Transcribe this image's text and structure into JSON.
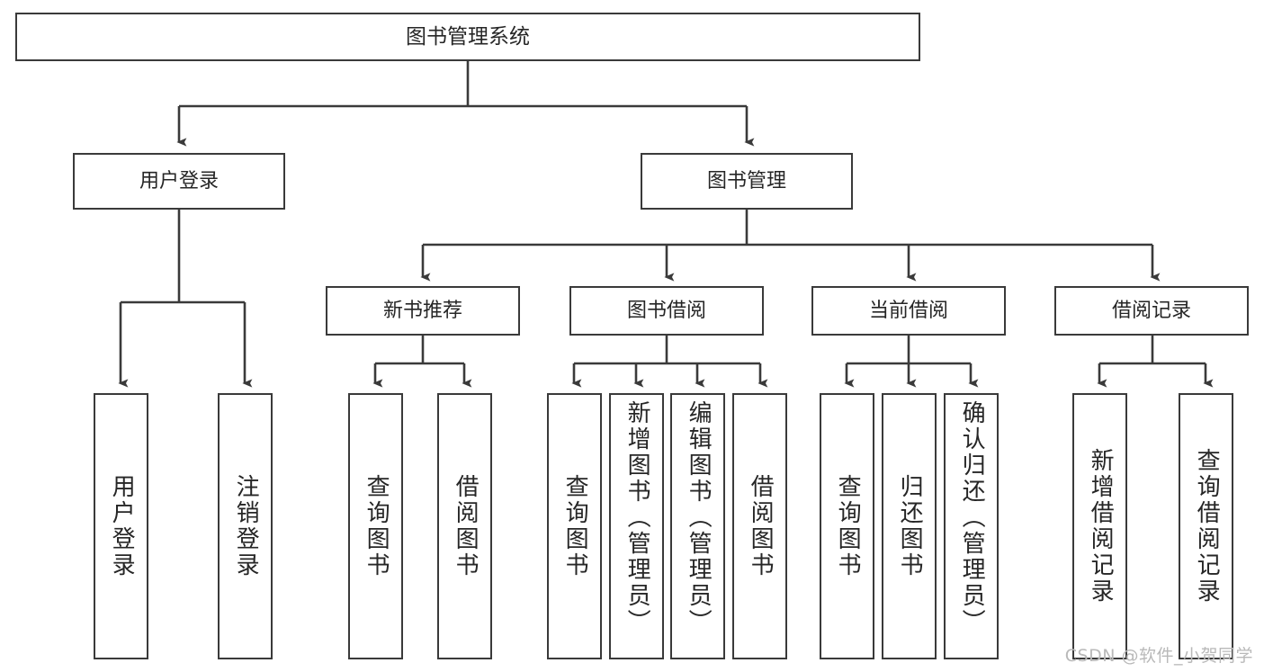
{
  "diagram": {
    "title": "图书管理系统",
    "type": "tree-hierarchy",
    "root": {
      "id": "root",
      "label": "图书管理系统"
    },
    "level1": [
      {
        "id": "user-login",
        "label": "用户登录"
      },
      {
        "id": "book-manage",
        "label": "图书管理"
      }
    ],
    "level2": [
      {
        "id": "new-book-rec",
        "label": "新书推荐",
        "parent": "book-manage"
      },
      {
        "id": "book-borrow",
        "label": "图书借阅",
        "parent": "book-manage"
      },
      {
        "id": "current-borrow",
        "label": "当前借阅",
        "parent": "book-manage"
      },
      {
        "id": "borrow-record",
        "label": "借阅记录",
        "parent": "book-manage"
      }
    ],
    "leaves": [
      {
        "id": "leaf-user-login",
        "label": "用户登录",
        "parent": "user-login"
      },
      {
        "id": "leaf-logout",
        "label": "注销登录",
        "parent": "user-login"
      },
      {
        "id": "leaf-query-book-1",
        "label": "查询图书",
        "parent": "new-book-rec"
      },
      {
        "id": "leaf-borrow-book-1",
        "label": "借阅图书",
        "parent": "new-book-rec"
      },
      {
        "id": "leaf-query-book-2",
        "label": "查询图书",
        "parent": "book-borrow"
      },
      {
        "id": "leaf-add-book",
        "label": "新增图书（管理员）",
        "parent": "book-borrow"
      },
      {
        "id": "leaf-edit-book",
        "label": "编辑图书（管理员）",
        "parent": "book-borrow"
      },
      {
        "id": "leaf-borrow-book-2",
        "label": "借阅图书",
        "parent": "book-borrow"
      },
      {
        "id": "leaf-query-book-3",
        "label": "查询图书",
        "parent": "current-borrow"
      },
      {
        "id": "leaf-return-book",
        "label": "归还图书",
        "parent": "current-borrow"
      },
      {
        "id": "leaf-confirm-return",
        "label": "确认归还（管理员）",
        "parent": "current-borrow"
      },
      {
        "id": "leaf-add-record",
        "label": "新增借阅记录",
        "parent": "borrow-record"
      },
      {
        "id": "leaf-query-record",
        "label": "查询借阅记录",
        "parent": "borrow-record"
      }
    ]
  },
  "watermark": {
    "text": "CSDN @软件_小贺同学"
  },
  "colors": {
    "stroke": "#3a3a3a",
    "text": "#262626",
    "background": "#ffffff",
    "watermark": "#b9b9b9"
  }
}
